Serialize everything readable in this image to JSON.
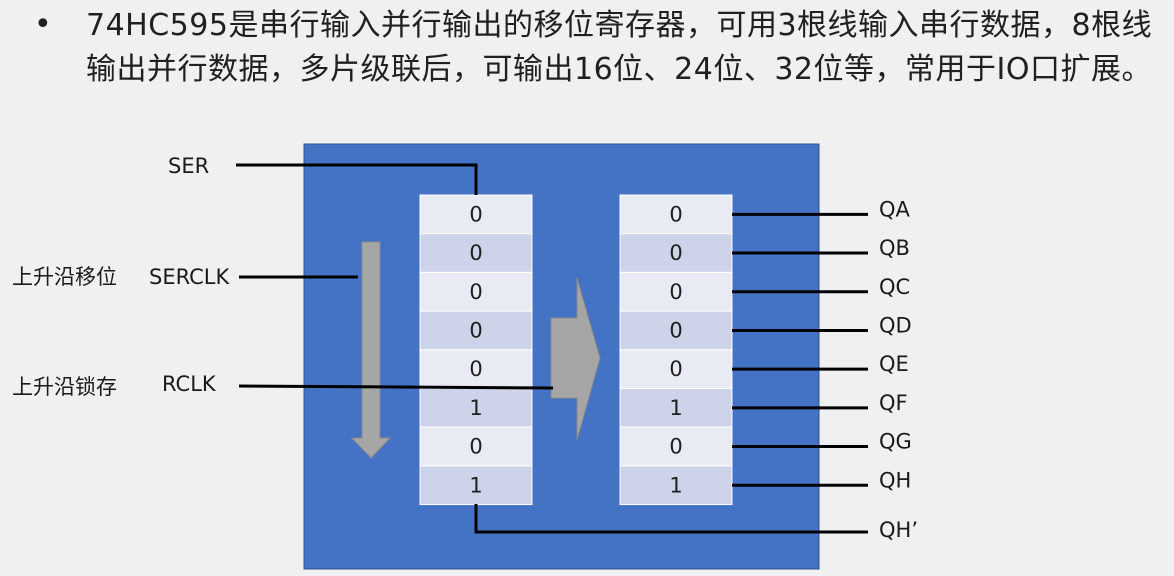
{
  "bullet_symbol": "•",
  "description": "74HC595是串行输入并行输出的移位寄存器，可用3根线输入串行数据，8根线输出并行数据，多片级联后，可输出16位、24位、32位等，常用于IO口扩展。",
  "labels": {
    "ser": "SER",
    "serclk_desc": "上升沿移位",
    "serclk": "SERCLK",
    "rclk_desc": "上升沿锁存",
    "rclk": "RCLK"
  },
  "shift_register_bits": [
    "0",
    "0",
    "0",
    "0",
    "0",
    "1",
    "0",
    "1"
  ],
  "storage_register_bits": [
    "0",
    "0",
    "0",
    "0",
    "0",
    "1",
    "0",
    "1"
  ],
  "outputs": [
    "QA",
    "QB",
    "QC",
    "QD",
    "QE",
    "QF",
    "QG",
    "QH"
  ],
  "cascade_output": "QH’",
  "colors": {
    "chip_fill": "#4472c4",
    "cell_light": "#e8ebf4",
    "cell_dark": "#cdd3e9",
    "arrow_fill": "#a6a6a6",
    "wire": "#000000"
  }
}
